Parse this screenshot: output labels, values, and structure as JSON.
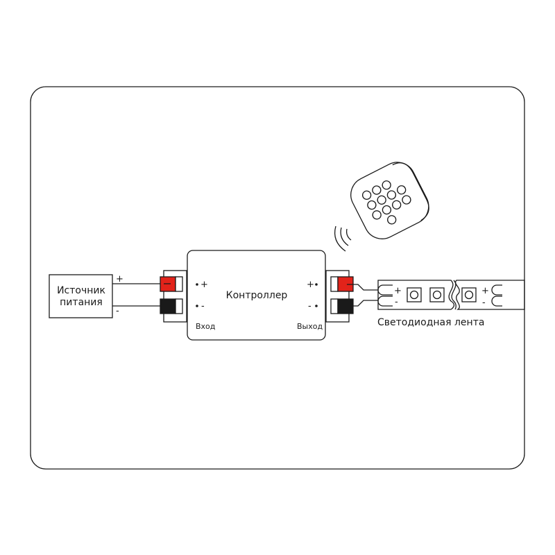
{
  "power_source": {
    "line1": "Источник",
    "line2": "питания",
    "plus": "+",
    "minus": "-"
  },
  "controller": {
    "title": "Контроллер",
    "input_label": "Вход",
    "output_label": "Выход",
    "in_plus": "+",
    "in_minus": "-",
    "out_plus": "+",
    "out_minus": "-"
  },
  "led_strip": {
    "label": "Светодиодная лента",
    "plus": "+",
    "minus": "-",
    "end_plus": "+",
    "end_minus": "-"
  },
  "colors": {
    "red_terminal": "#e2231a",
    "black_terminal": "#1a1a1a",
    "stroke": "#1a1a1a"
  }
}
